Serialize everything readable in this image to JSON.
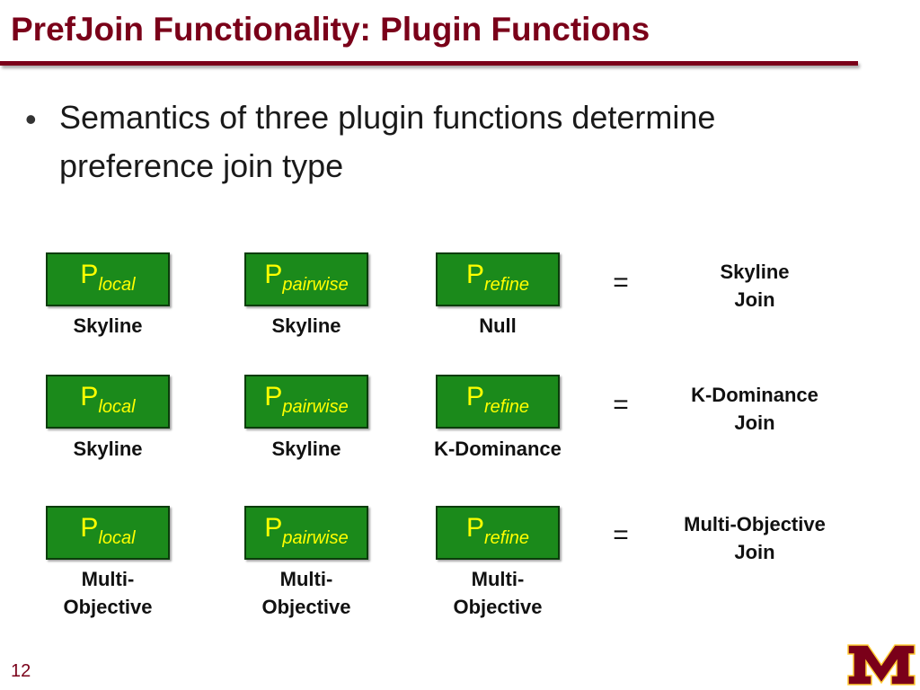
{
  "title": "PrefJoin Functionality: Plugin Functions",
  "bullet": {
    "line1": "Semantics of three plugin functions determine",
    "line2": "preference join type"
  },
  "functions": {
    "local": {
      "p": "P",
      "sub": "local"
    },
    "pairwise": {
      "p": "P",
      "sub": "pairwise"
    },
    "refine": {
      "p": "P",
      "sub": "refine"
    }
  },
  "equals": "=",
  "rows": [
    {
      "local_lines": [
        "Skyline"
      ],
      "pairwise_lines": [
        "Skyline"
      ],
      "refine_lines": [
        "Null"
      ],
      "result_lines": [
        "Skyline",
        "Join"
      ]
    },
    {
      "local_lines": [
        "Skyline"
      ],
      "pairwise_lines": [
        "Skyline"
      ],
      "refine_lines": [
        "K-Dominance"
      ],
      "result_lines": [
        "K-Dominance",
        "Join"
      ]
    },
    {
      "local_lines": [
        "Multi-",
        "Objective"
      ],
      "pairwise_lines": [
        "Multi-",
        "Objective"
      ],
      "refine_lines": [
        "Multi-",
        "Objective"
      ],
      "result_lines": [
        "Multi-Objective",
        "Join"
      ]
    }
  ],
  "slide_number": "12",
  "colors": {
    "accent": "#7a0019",
    "box_fill": "#1b8a1b",
    "box_text": "#ffff00",
    "logo_gold": "#ffcc33"
  }
}
